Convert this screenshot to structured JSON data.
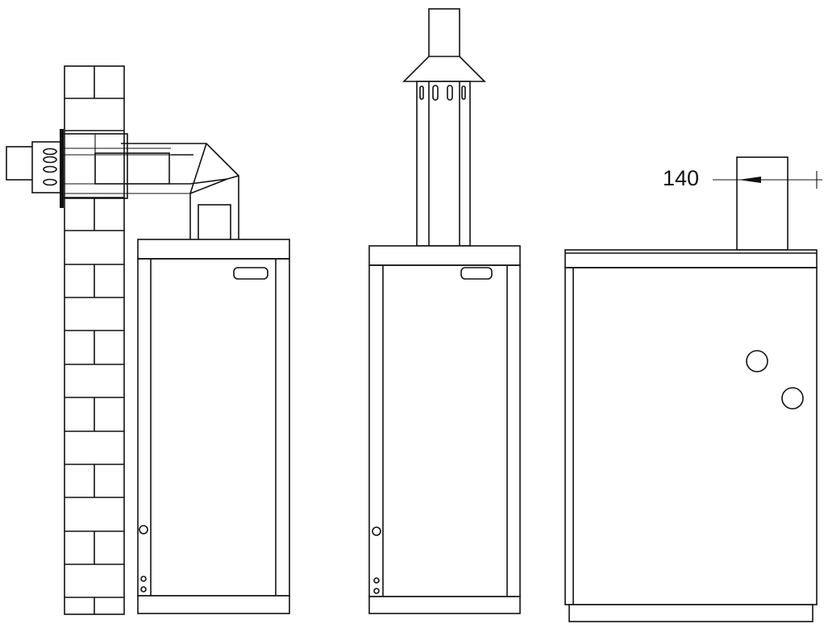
{
  "diagram": {
    "views": [
      "boiler-with-horizontal-flue-through-wall",
      "boiler-with-vertical-flue",
      "boiler-side-view"
    ],
    "dimension": {
      "value": "140"
    },
    "colors": {
      "stroke": "#111111",
      "background": "#ffffff"
    }
  }
}
